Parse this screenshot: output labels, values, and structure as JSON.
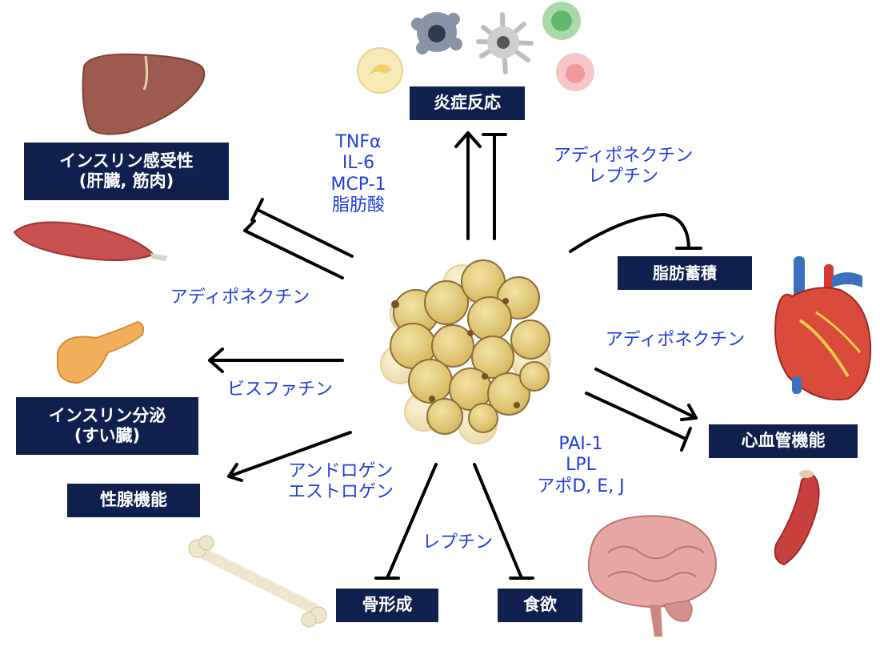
{
  "colors": {
    "box_fill": "#0f1f4e",
    "box_text": "#ffffff",
    "label_text": "#1f3ee0",
    "arrow": "#000000",
    "fat_cell": "#e4cc7c"
  },
  "targets": {
    "inflammation": "炎症反応",
    "insulin_sensitivity": {
      "line1": "インスリン感受性",
      "line2": "(肝臓, 筋肉)"
    },
    "fat_accumulation": "脂肪蓄積",
    "insulin_secretion": {
      "line1": "インスリン分泌",
      "line2": "(すい臓)"
    },
    "cardiovascular": "心血管機能",
    "gonadal": "性腺機能",
    "bone_formation": "骨形成",
    "appetite": "食欲"
  },
  "mediators": {
    "inflammatory": [
      "TNFα",
      "IL-6",
      "MCP-1",
      "脂肪酸"
    ],
    "anti_inflammatory": [
      "アディポネクチン",
      "レプチン"
    ],
    "insulin_sensitivity": "アディポネクチン",
    "insulin_secretion": "ビスファチン",
    "cardiovascular_protective": "アディポネクチン",
    "cardiovascular_risk": [
      "PAI-1",
      "LPL",
      "アポD, E, J"
    ],
    "sex_hormones": [
      "アンドロゲン",
      "エストロゲン"
    ],
    "bone_appetite": "レプチン"
  },
  "icons": [
    "immune-cells",
    "liver",
    "muscle",
    "pancreas",
    "heart",
    "blood-vessel",
    "bone",
    "brain",
    "adipose-tissue"
  ]
}
